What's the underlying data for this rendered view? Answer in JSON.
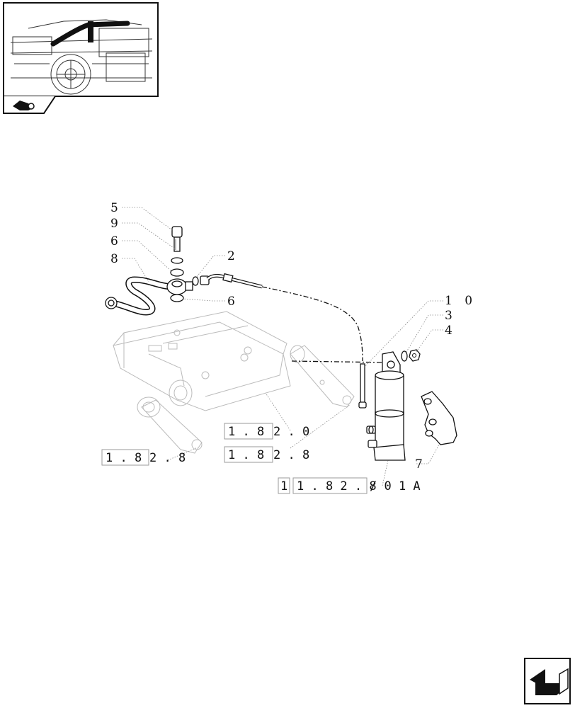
{
  "callouts": {
    "c5": "5",
    "c9": "9",
    "c6a": "6",
    "c8": "8",
    "c2": "2",
    "c6b": "6",
    "c10": "1 0",
    "c3": "3",
    "c4": "4",
    "c7": "7"
  },
  "references": {
    "r1": {
      "boxed": "1 . 8",
      "tail": "2 . 8"
    },
    "r2": {
      "boxed": "1 . 8",
      "tail": "2 . 0"
    },
    "r3": {
      "boxed": "1 . 8",
      "tail": "2 . 8"
    },
    "r4": {
      "prefix": "1",
      "boxed": "1 . 8 2 . 8",
      "tail": "/ 0 1 A"
    }
  },
  "icons": {
    "thumbnail": "tractor-location-thumbnail",
    "section": "hydraulic-section-icon",
    "nav": "previous-page-arrow-icon"
  }
}
